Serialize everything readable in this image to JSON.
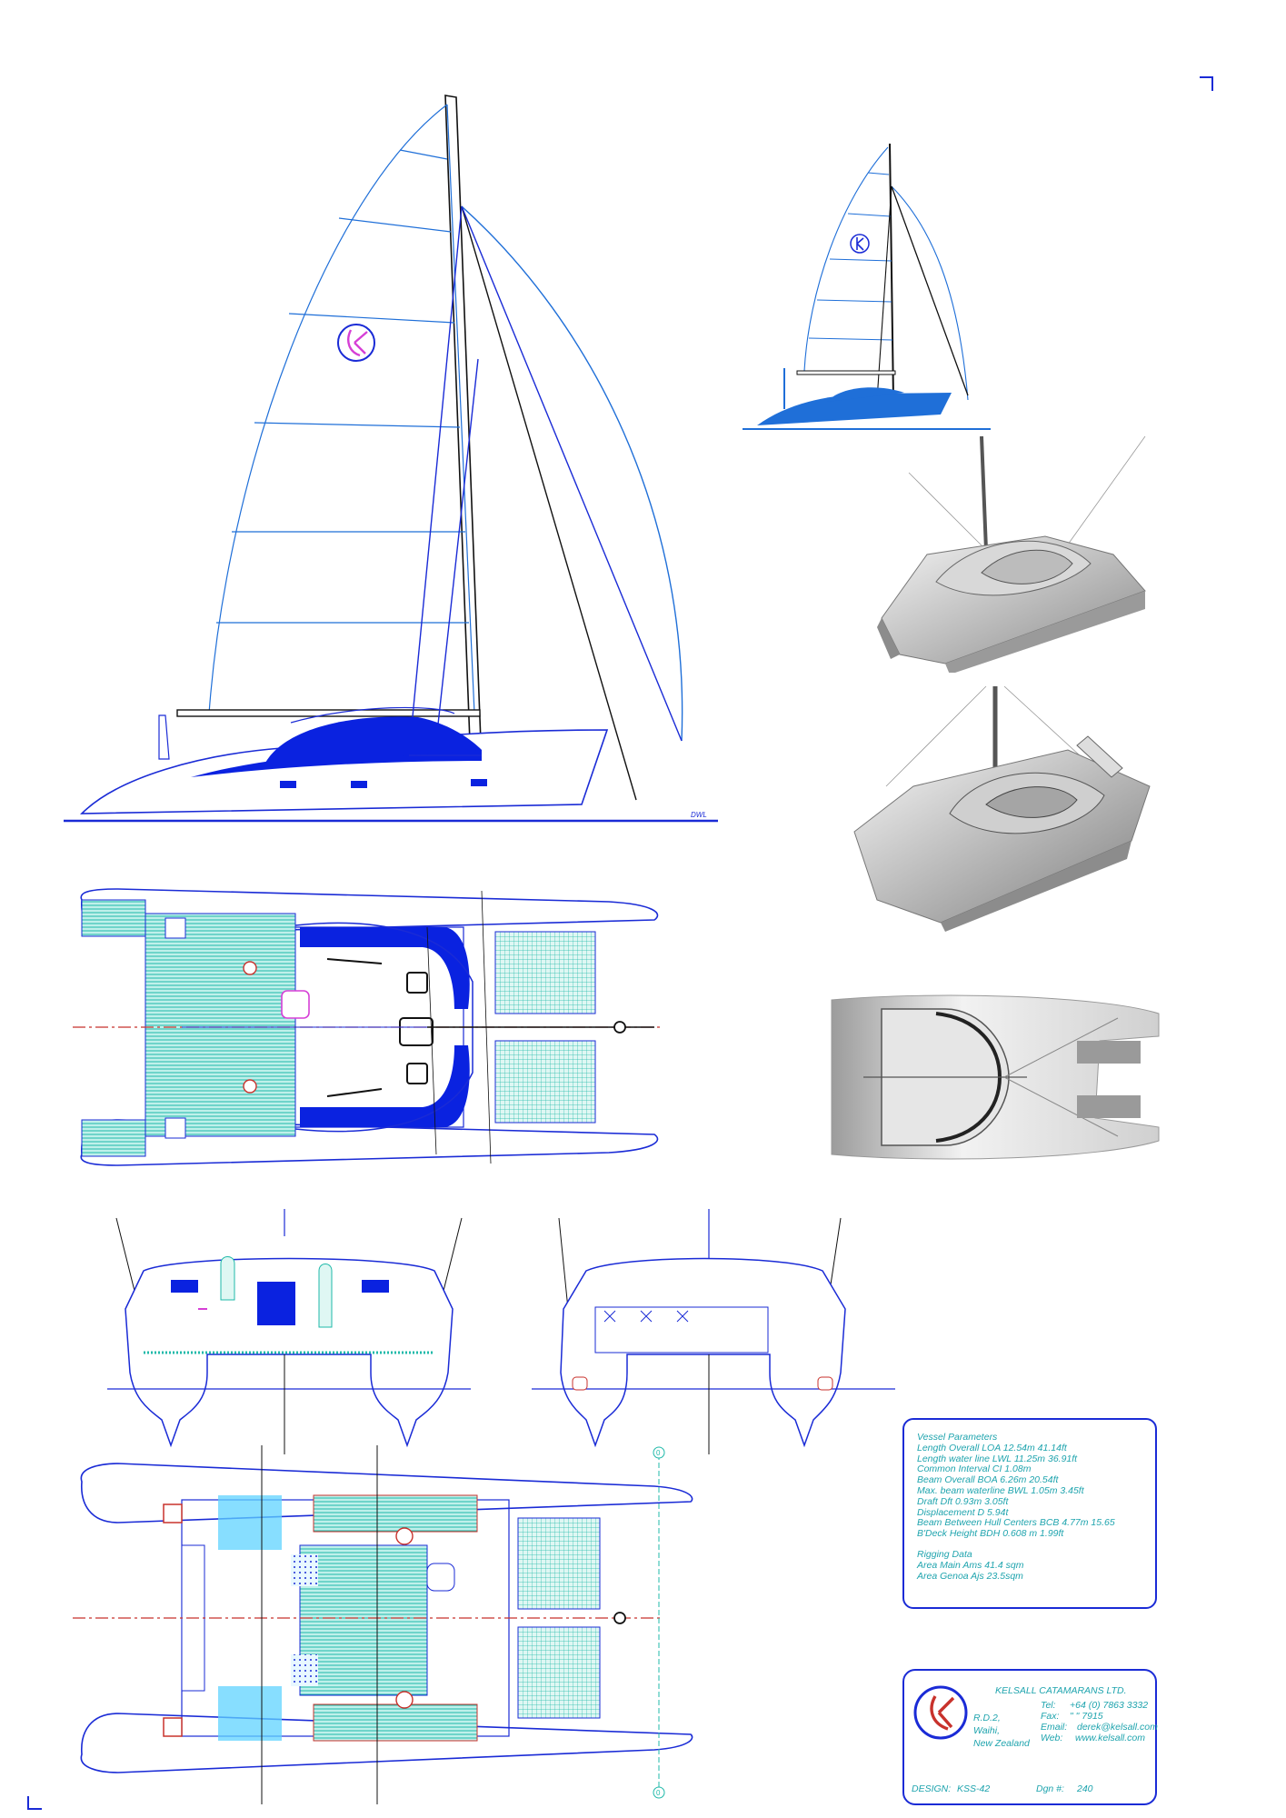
{
  "drawing": {
    "waterline_label": "DWL",
    "datum_labels": [
      "0",
      "0"
    ],
    "colors": {
      "outline": "#1a2bd6",
      "sail": "#1f6fd8",
      "hull_fill": "#0a22e0",
      "teal": "#1fb9a9",
      "centerline": "#c8322c",
      "magenta": "#d63fd6",
      "ink": "#111111"
    }
  },
  "vessel_parameters": {
    "heading": "Vessel Parameters",
    "lines": [
      "Length Overall LOA 12.54m 41.14ft",
      "Length water line LWL 11.25m 36.91ft",
      "Common Interval CI 1.08m",
      "Beam Overall BOA 6.26m 20.54ft",
      "Max. beam waterline BWL 1.05m 3.45ft",
      "Draft Dft 0.93m 3.05ft",
      "Displacement D 5.94t",
      "Beam Between Hull Centers BCB 4.77m 15.65",
      "B'Deck Height BDH 0.608 m 1.99ft"
    ],
    "rigging_heading": "Rigging Data",
    "rigging_lines": [
      "Area Main Ams 41.4 sqm",
      "Area Genoa Ajs 23.5sqm"
    ]
  },
  "title_block": {
    "company": "KELSALL CATAMARANS LTD.",
    "address": [
      "R.D.2,",
      "Waihi,",
      "New Zealand"
    ],
    "tel_label": "Tel:",
    "tel_value": "+64 (0) 7863 3332",
    "fax_label": "Fax:",
    "fax_value": "\"     \"   7915",
    "email_label": "Email:",
    "email_value": "derek@kelsall.com",
    "web_label": "Web:",
    "web_value": "www.kelsall.com",
    "design_label": "DESIGN:",
    "design_value": "KSS-42",
    "dgn_label": "Dgn #:",
    "dgn_value": "240"
  }
}
